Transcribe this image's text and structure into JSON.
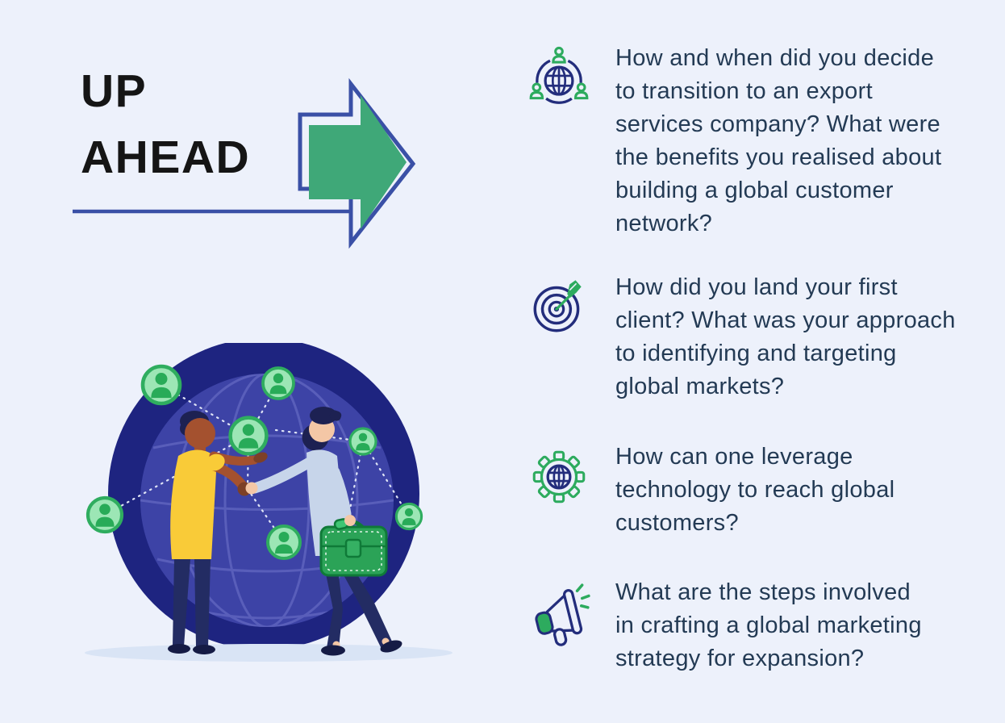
{
  "slide": {
    "title": "UP\nAHEAD",
    "background_color": "#edf1fb",
    "title_color": "#151515"
  },
  "arrow_graphic": {
    "outline_color": "#3a50a6",
    "fill_color": "#3fa878"
  },
  "accent_colors": {
    "icon_navy": "#232d7c",
    "icon_green": "#2dab5e",
    "body_text": "#233a54"
  },
  "questions": [
    {
      "icon": "people-network-globe-icon",
      "text": "How and when did you decide\nto transition to an export\nservices company? What were\nthe benefits you realised about\nbuilding a global customer\nnetwork?"
    },
    {
      "icon": "target-dart-icon",
      "text": "How did you land your first\nclient? What was your approach\nto identifying and targeting\nglobal markets?"
    },
    {
      "icon": "gear-globe-icon",
      "text": "How can one leverage\ntechnology to reach global\ncustomers?"
    },
    {
      "icon": "megaphone-icon",
      "text": "What are the steps involved\nin crafting a global marketing\nstrategy for expansion?"
    }
  ],
  "illustration": {
    "name": "two-businesspeople-handshake-globe-network",
    "colors": {
      "globe_outer": "#1e2480",
      "globe_inner": "#3d43a6",
      "globe_grid": "#5c62bd",
      "avatar_ring": "#2fad5f",
      "avatar_fill": "#9ce6b5",
      "avatar_person": "#28ab58",
      "shirt_left": "#f9cb38",
      "skin_left": "#a4512f",
      "shirt_right": "#c7d5ea",
      "skin_right": "#f4c7a6",
      "hair": "#1d2152",
      "pants": "#232c63",
      "briefcase": "#2ba357",
      "shadow": "#d9e4f5"
    }
  }
}
